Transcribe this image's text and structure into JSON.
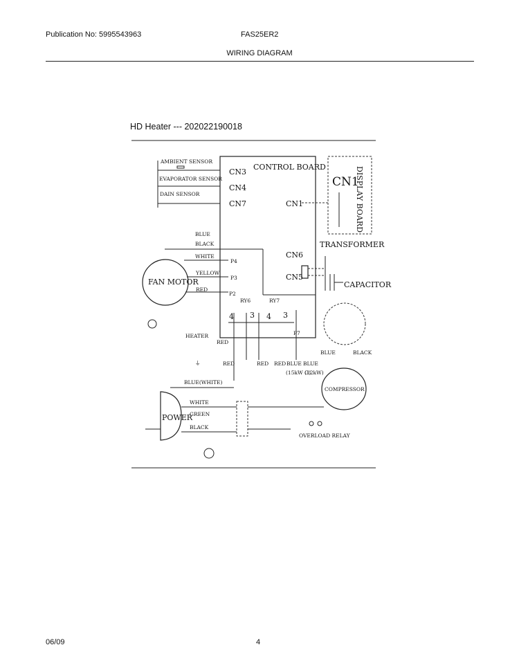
{
  "header": {
    "publication": "Publication No: 5995543963",
    "model": "FAS25ER2",
    "title": "WIRING DIAGRAM"
  },
  "section": {
    "heading": "HD Heater --- 202022190018"
  },
  "diagram": {
    "sensors": {
      "ambient": "AMBIENT  SENSOR",
      "evaporator": "EVAPORATOR SENSOR",
      "drain": "DAIN SENSOR"
    },
    "control_board": {
      "title": "CONTROL  BOARD",
      "cn3": "CN3",
      "cn4": "CN4",
      "cn7": "CN7",
      "cn1": "CN1",
      "cn6": "CN6",
      "cn5": "CN5",
      "p4": "P4",
      "p3": "P3",
      "p2": "P2",
      "p7": "P7",
      "ry6": "RY6",
      "ry7": "RY7",
      "t1": "4",
      "t2": "3",
      "t3": "4",
      "t4": "3"
    },
    "display": {
      "cn1": "CN1",
      "label": "DISPLAY BOARD"
    },
    "transformer": "TRANSFORMER",
    "capacitor": "CAPACITOR",
    "fan_motor": "FAN MOTOR",
    "wires": {
      "blue": "BLUE",
      "black": "BLACK",
      "white": "WHITE",
      "yellow": "YELLOW",
      "red": "RED",
      "red_1": "RED",
      "red_2": "RED",
      "red_3": "RED",
      "red_4": "RED",
      "blue_1": "BLUE",
      "blue_2": "BLUE",
      "blue_comp": "BLUE",
      "black_comp": "BLACK",
      "blue_white": "BLUE(WHITE)",
      "power_white": "WHITE",
      "power_green": "GREEN",
      "power_black": "BLACK"
    },
    "spec_1": "(15kW G)",
    "spec_2": "(12kW)",
    "compressor": "COMPRESSOR",
    "overload_relay": "OVERLOAD RELAY",
    "power": "POWER",
    "heater_mark": "HEATER"
  },
  "footer": {
    "date": "06/09",
    "page": "4"
  }
}
